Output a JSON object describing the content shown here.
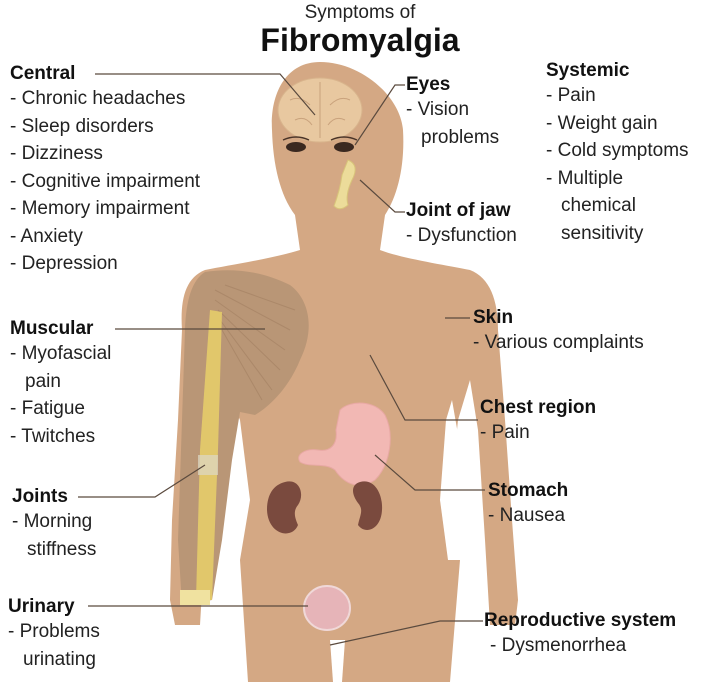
{
  "title": {
    "line1": "Symptoms of",
    "line2": "Fibromyalgia"
  },
  "colors": {
    "skin": "#d4a884",
    "muscle": "#b99676",
    "bone": "#e8d06a",
    "brain": "#e8c8a0",
    "stomach": "#f2b8b4",
    "kidney": "#7a4a3e",
    "bladder": "#e6b4b8",
    "leader_line": "#5a4a3e",
    "text": "#1a1a1a"
  },
  "groups": {
    "central": {
      "heading": "Central",
      "items": [
        "- Chronic headaches",
        "- Sleep disorders",
        "- Dizziness",
        "- Cognitive impairment",
        "- Memory impairment",
        "- Anxiety",
        "- Depression"
      ]
    },
    "eyes": {
      "heading": "Eyes",
      "items": [
        "- Vision",
        "problems"
      ]
    },
    "systemic": {
      "heading": "Systemic",
      "items": [
        "- Pain",
        "- Weight gain",
        "- Cold symptoms",
        "- Multiple",
        "chemical",
        "sensitivity"
      ]
    },
    "jaw": {
      "heading": "Joint of jaw",
      "items": [
        "- Dysfunction"
      ]
    },
    "muscular": {
      "heading": "Muscular",
      "items": [
        "- Myofascial",
        "pain",
        "- Fatigue",
        "- Twitches"
      ]
    },
    "skin": {
      "heading": "Skin",
      "items": [
        "- Various complaints"
      ]
    },
    "chest": {
      "heading": "Chest region",
      "items": [
        "- Pain"
      ]
    },
    "joints": {
      "heading": "Joints",
      "items": [
        "- Morning",
        "stiffness"
      ]
    },
    "stomach": {
      "heading": "Stomach",
      "items": [
        "- Nausea"
      ]
    },
    "urinary": {
      "heading": "Urinary",
      "items": [
        "- Problems",
        "urinating"
      ]
    },
    "reproductive": {
      "heading": "Reproductive system",
      "items": [
        "- Dysmenorrhea"
      ]
    }
  }
}
